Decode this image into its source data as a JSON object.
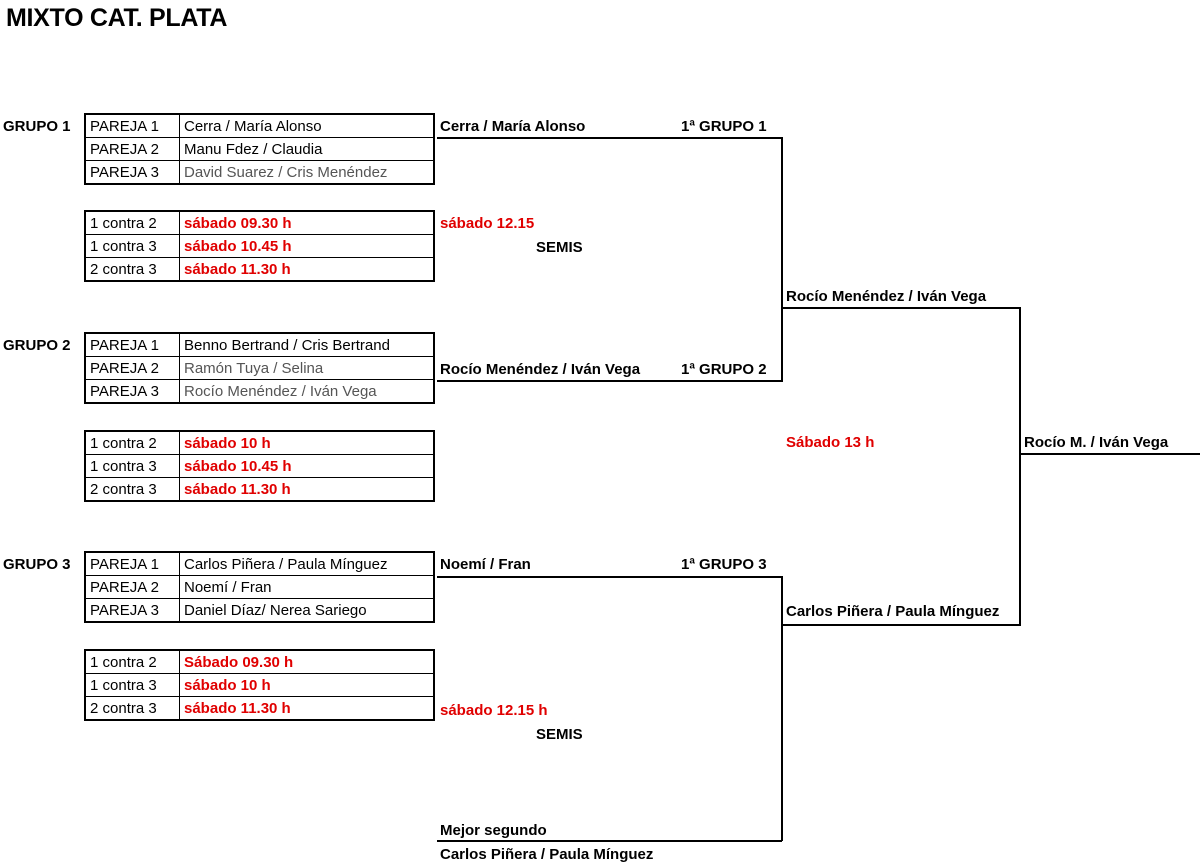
{
  "title": "MIXTO CAT. PLATA",
  "groups": [
    {
      "label": "GRUPO  1",
      "pairs": [
        {
          "id": "PAREJA 1",
          "names": "Cerra / María Alonso"
        },
        {
          "id": "PAREJA 2",
          "names": "Manu Fdez / Claudia"
        },
        {
          "id": "PAREJA 3",
          "names": "David Suarez / Cris Menéndez"
        }
      ],
      "matches": [
        {
          "id": "1 contra 2",
          "time": "sábado 09.30 h"
        },
        {
          "id": "1 contra 3",
          "time": "sábado 10.45 h"
        },
        {
          "id": "2 contra 3",
          "time": "sábado 11.30 h"
        }
      ],
      "winner": "Cerra / María Alonso",
      "position": "1ª GRUPO 1"
    },
    {
      "label": "GRUPO 2",
      "pairs": [
        {
          "id": "PAREJA 1",
          "names": "Benno Bertrand / Cris Bertrand"
        },
        {
          "id": "PAREJA 2",
          "names": "Ramón Tuya / Selina"
        },
        {
          "id": "PAREJA 3",
          "names": "Rocío Menéndez / Iván Vega"
        }
      ],
      "matches": [
        {
          "id": "1 contra 2",
          "time": "sábado 10 h"
        },
        {
          "id": "1 contra 3",
          "time": "sábado 10.45 h"
        },
        {
          "id": "2 contra 3",
          "time": "sábado 11.30 h"
        }
      ],
      "winner": "Rocío Menéndez / Iván Vega",
      "position": "1ª GRUPO 2"
    },
    {
      "label": "GRUPO 3",
      "pairs": [
        {
          "id": "PAREJA 1",
          "names": "Carlos Piñera / Paula Mínguez"
        },
        {
          "id": "PAREJA 2",
          "names": "Noemí / Fran"
        },
        {
          "id": "PAREJA 3",
          "names": "Daniel Díaz/ Nerea Sariego"
        }
      ],
      "matches": [
        {
          "id": "1 contra 2",
          "time": "Sábado 09.30 h"
        },
        {
          "id": "1 contra 3",
          "time": "sábado 10 h"
        },
        {
          "id": "2 contra 3",
          "time": "sábado 11.30 h"
        }
      ],
      "winner": "Noemí / Fran",
      "position": "1ª GRUPO 3"
    }
  ],
  "semis": [
    {
      "time": "sábado 12.15",
      "label": "SEMIS",
      "winner": "Rocío Menéndez / Iván Vega"
    },
    {
      "time": "sábado 12.15 h",
      "label": "SEMIS",
      "winner": "Carlos Piñera / Paula Mínguez"
    }
  ],
  "final": {
    "time": "Sábado 13 h",
    "winner": "Rocío M. / Iván Vega"
  },
  "best_second": {
    "label": "Mejor segundo",
    "names": "Carlos Piñera / Paula Mínguez"
  }
}
